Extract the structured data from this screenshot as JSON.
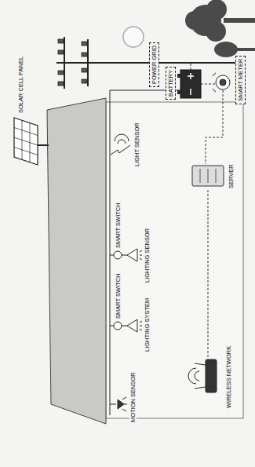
{
  "diagram": {
    "nodes": [
      {
        "text": [
          "BATTERY"
        ]
      },
      {
        "text": [
          "POWER GRID"
        ]
      },
      {
        "text": [
          "SMART METER"
        ]
      }
    ],
    "labels": [
      "SOLAR CELL PANEL",
      "MOTION SENSOR",
      "SMART SWITCH",
      "LIGHTING SYSTEM",
      "SMART SWITCH",
      "LIGHTING SENSOR",
      "LIGHT SENSOR",
      "SERVER",
      "WIRELESS NETWORK"
    ]
  }
}
